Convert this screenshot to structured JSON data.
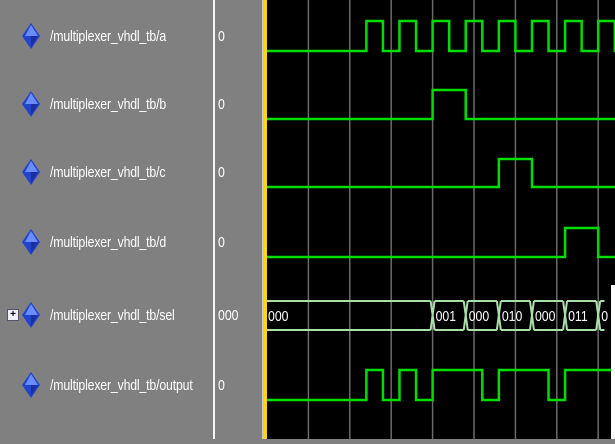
{
  "signals": [
    {
      "name": "/multiplexer_vhdl_tb/a",
      "value": "0",
      "type": "bit",
      "initial": 0,
      "transitions": [
        60,
        70,
        80,
        90,
        100,
        110,
        120,
        130,
        140,
        150,
        160,
        170,
        180,
        190,
        200,
        210
      ]
    },
    {
      "name": "/multiplexer_vhdl_tb/b",
      "value": "0",
      "type": "bit",
      "initial": 0,
      "transitions": [
        100,
        120
      ]
    },
    {
      "name": "/multiplexer_vhdl_tb/c",
      "value": "0",
      "type": "bit",
      "initial": 0,
      "transitions": [
        140,
        160
      ]
    },
    {
      "name": "/multiplexer_vhdl_tb/d",
      "value": "0",
      "type": "bit",
      "initial": 0,
      "transitions": [
        180,
        200
      ]
    },
    {
      "name": "/multiplexer_vhdl_tb/sel",
      "value": "000",
      "type": "bus",
      "expand_label": "+",
      "segments": [
        {
          "start": 0,
          "end": 100,
          "label": "000"
        },
        {
          "start": 100,
          "end": 120,
          "label": "001"
        },
        {
          "start": 120,
          "end": 140,
          "label": "000"
        },
        {
          "start": 140,
          "end": 160,
          "label": "010"
        },
        {
          "start": 160,
          "end": 180,
          "label": "000"
        },
        {
          "start": 180,
          "end": 200,
          "label": "011"
        },
        {
          "start": 200,
          "end": 205,
          "label": "0"
        }
      ]
    },
    {
      "name": "/multiplexer_vhdl_tb/output",
      "value": "0",
      "type": "bit",
      "initial": 0,
      "transitions": [
        60,
        70,
        80,
        90,
        100,
        130,
        140,
        170,
        180
      ]
    }
  ],
  "colors": {
    "wave": "#00dd00",
    "bus": "#a8e0a8",
    "grid": "#6a6a6a",
    "cursor": "#ffd800",
    "icon": "#3355ee"
  },
  "time_range": [
    0,
    210
  ],
  "grid_step": 25
}
